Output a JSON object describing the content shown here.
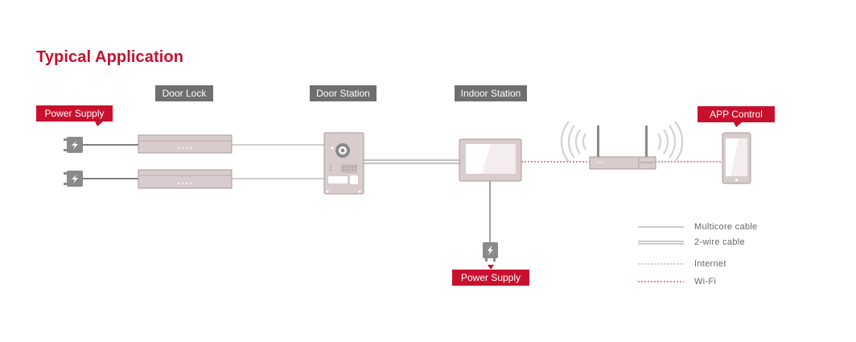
{
  "title": "Typical Application",
  "labels": {
    "door_lock": "Door Lock",
    "door_station": "Door Station",
    "indoor_station": "Indoor Station",
    "power_supply_left": "Power Supply",
    "power_supply_bottom": "Power Supply",
    "app_control": "APP Control"
  },
  "legend": [
    {
      "label": "Multicore cable",
      "style": "multicore"
    },
    {
      "label": "2-wire cable",
      "style": "two-wire"
    },
    {
      "label": "Internet",
      "style": "internet"
    },
    {
      "label": "Wi-Fi",
      "style": "wifi"
    }
  ],
  "colors": {
    "accent_red": "#c8102e",
    "tag_gray": "#6f6f6f",
    "device_fill": "#d9cccc",
    "device_stroke": "#a89a9a",
    "plug_gray": "#8a8a8a",
    "cable_gray": "#a0a0a0"
  },
  "icons": [
    "plug-icon",
    "door-lock-icon",
    "door-station-icon",
    "indoor-station-icon",
    "router-icon",
    "wifi-signal-icon",
    "smartphone-icon"
  ]
}
